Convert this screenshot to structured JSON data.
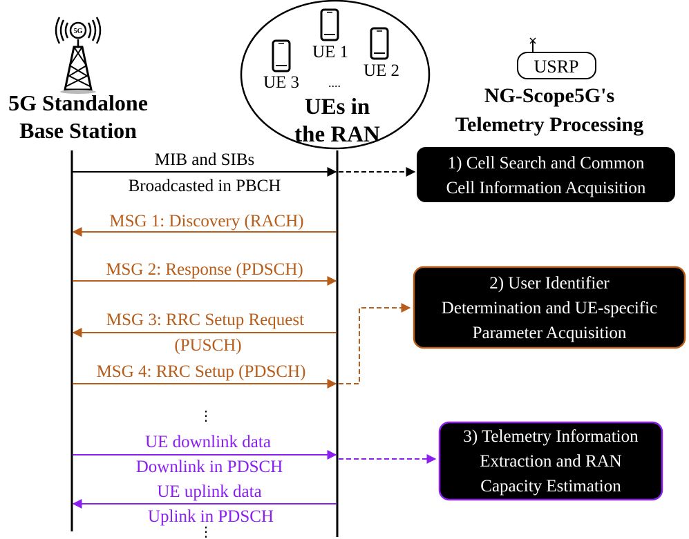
{
  "colors": {
    "black": "#000000",
    "msg": "#b85c1a",
    "data": "#8a1ff0",
    "box_fill": "#000000",
    "box_text": "#ffffff"
  },
  "base_station": {
    "icon": "5g-tower-icon",
    "icon_label": "5G",
    "title_line1": "5G Standalone",
    "title_line2": "Base Station"
  },
  "ran": {
    "title_line1": "UEs in",
    "title_line2": "the RAN",
    "ue1": "UE 1",
    "ue2": "UE 2",
    "ue3": "UE 3",
    "dots": "....",
    "phone_icon": "smartphone-icon"
  },
  "ngscope": {
    "usrp_label": "USRP",
    "antenna_icon": "antenna-icon",
    "title_line1": "NG-Scope5G's",
    "title_line2": "Telemetry Processing"
  },
  "messages": {
    "mib_line1": "MIB and SIBs",
    "mib_line2": "Broadcasted in PBCH",
    "msg1": "MSG 1: Discovery (RACH)",
    "msg2": "MSG 2: Response (PDSCH)",
    "msg3_line1": "MSG 3: RRC Setup Request",
    "msg3_line2": "(PUSCH)",
    "msg4": "MSG 4: RRC Setup (PDSCH)",
    "vdots": "⋮",
    "dl_line1": "UE downlink data",
    "dl_line2": "Downlink in PDSCH",
    "ul_line1": "UE uplink data",
    "ul_line2": "Uplink in PDSCH"
  },
  "boxes": {
    "box1_line1": "1) Cell Search and Common",
    "box1_line2": "Cell Information Acquisition",
    "box2_line1": "2) User Identifier",
    "box2_line2": "Determination and UE-specific",
    "box2_line3": "Parameter Acquisition",
    "box3_line1": "3) Telemetry Information",
    "box3_line2": "Extraction and RAN",
    "box3_line3": "Capacity Estimation"
  }
}
